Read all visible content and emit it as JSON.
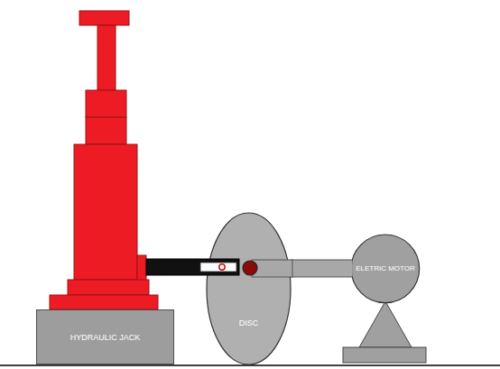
{
  "diagram": {
    "nodes": [
      {
        "text": [
          "HYDRAULIC JACK"
        ]
      },
      {
        "text": [
          "DISC"
        ]
      },
      {
        "text": [
          "ELETRIC MOTOR"
        ]
      }
    ],
    "edges": [
      {
        "from": 1,
        "to": 2,
        "arrow": "none"
      }
    ]
  }
}
